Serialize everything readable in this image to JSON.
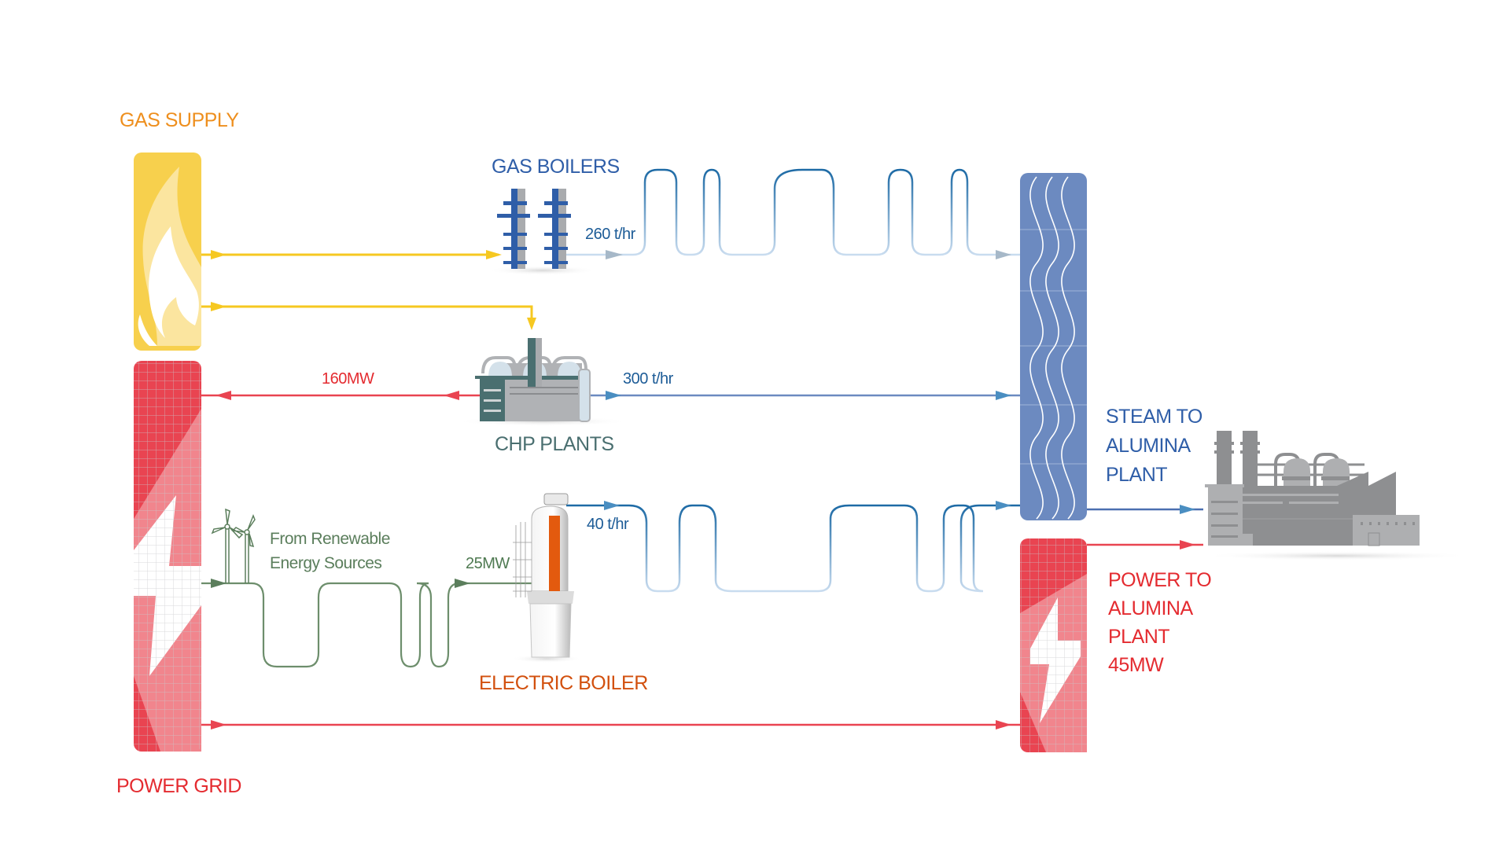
{
  "title": "Energy supply to alumina plant",
  "colors": {
    "gas": "#f6c821",
    "gas_label": "#ee8f1e",
    "power": "#e94451",
    "power_label": "#e42b30",
    "steam": "#6c8ac0",
    "steam_label": "#2f5ea8",
    "steam_line": "#1d6aa5",
    "chp": "#4a6f70",
    "renewable": "#5b7e5c",
    "electric_boiler": "#d2500e",
    "plant": "#8e8f91"
  },
  "sources": {
    "gas_supply": {
      "label": "GAS SUPPLY",
      "icon": "flame-icon"
    },
    "power_grid": {
      "label": "POWER GRID",
      "icon": "lightning-icon"
    }
  },
  "units": {
    "gas_boilers": {
      "label": "GAS BOILERS",
      "steam_output": "260 t/hr"
    },
    "chp_plants": {
      "label": "CHP PLANTS",
      "steam_output": "300 t/hr",
      "power_output": "160MW"
    },
    "electric_boiler": {
      "label": "ELECTRIC BOILER",
      "steam_output": "40 t/hr",
      "power_input": "25MW"
    },
    "renewables": {
      "label": "From Renewable\nEnergy Sources",
      "line1": "From Renewable",
      "line2": "Energy Sources"
    }
  },
  "destinations": {
    "steam": {
      "line1": "STEAM TO",
      "line2": "ALUMINA",
      "line3": "PLANT"
    },
    "power": {
      "line1": "POWER TO",
      "line2": "ALUMINA",
      "line3": "PLANT",
      "line4": "45MW"
    }
  },
  "flows": [
    {
      "from": "GAS SUPPLY",
      "to": "GAS BOILERS",
      "type": "gas"
    },
    {
      "from": "GAS SUPPLY",
      "to": "CHP PLANTS",
      "type": "gas"
    },
    {
      "from": "GAS BOILERS",
      "to": "STEAM HEADER",
      "type": "steam",
      "value": "260 t/hr"
    },
    {
      "from": "CHP PLANTS",
      "to": "STEAM HEADER",
      "type": "steam",
      "value": "300 t/hr"
    },
    {
      "from": "CHP PLANTS",
      "to": "POWER GRID",
      "type": "power",
      "value": "160MW"
    },
    {
      "from": "POWER GRID",
      "to": "ELECTRIC BOILER",
      "type": "renewable",
      "value": "25MW"
    },
    {
      "from": "ELECTRIC BOILER",
      "to": "STEAM HEADER",
      "type": "steam",
      "value": "40 t/hr"
    },
    {
      "from": "POWER GRID",
      "to": "POWER HEADER",
      "type": "power"
    },
    {
      "from": "STEAM HEADER",
      "to": "ALUMINA PLANT",
      "type": "steam"
    },
    {
      "from": "POWER HEADER",
      "to": "ALUMINA PLANT",
      "type": "power",
      "value": "45MW"
    }
  ]
}
